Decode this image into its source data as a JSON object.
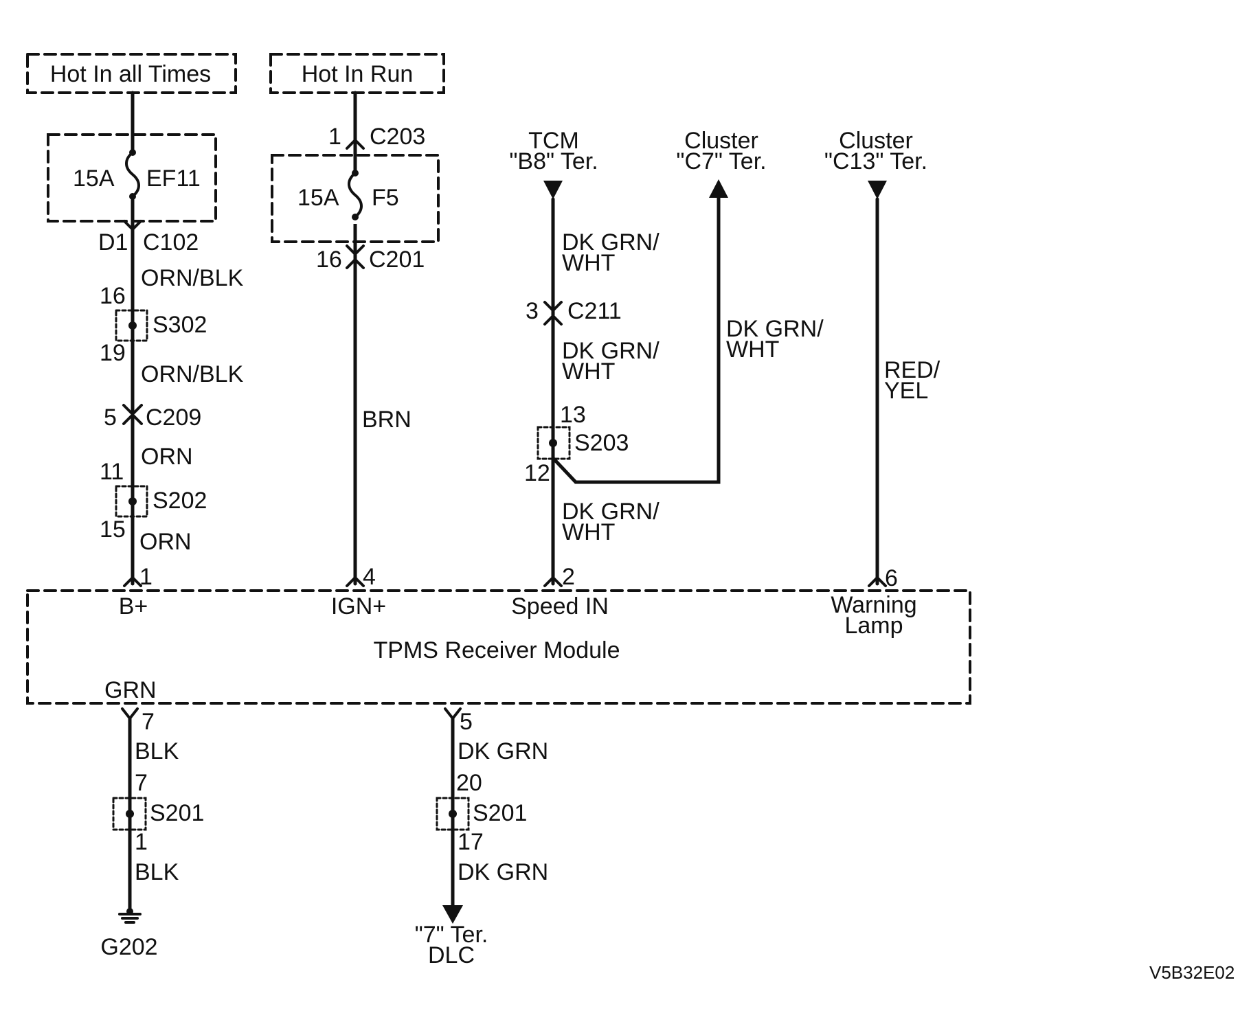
{
  "source_boxes": {
    "hot_all_times": "Hot In all Times",
    "hot_in_run": "Hot In Run"
  },
  "fuse_ef11": {
    "rating": "15A",
    "name": "EF11"
  },
  "fuse_f5": {
    "rating": "15A",
    "name": "F5"
  },
  "bplus_circuit": {
    "c102_pin": "D1",
    "c102": "C102",
    "wire1": "ORN/BLK",
    "s302_in": "16",
    "s302": "S302",
    "s302_out": "19",
    "wire2": "ORN/BLK",
    "c209_pin": "5",
    "c209": "C209",
    "wire3": "ORN",
    "s202_in": "11",
    "s202": "S202",
    "s202_out": "15",
    "wire4": "ORN",
    "module_pin": "1"
  },
  "ign_circuit": {
    "c203_pin": "1",
    "c203": "C203",
    "c201_pin": "16",
    "c201": "C201",
    "wire": "BRN",
    "module_pin": "4"
  },
  "speed_circuit": {
    "tcm_label": "TCM\n\"B8\" Ter.",
    "wire1": "DK GRN/\nWHT",
    "c211_pin": "3",
    "c211": "C211",
    "wire2": "DK GRN/\nWHT",
    "s203_in": "13",
    "s203": "S203",
    "s203_out": "12",
    "wire3": "DK GRN/\nWHT",
    "module_pin": "2",
    "branch_label": "Cluster\n\"C7\" Ter.",
    "branch_wire": "DK GRN/\nWHT"
  },
  "lamp_circuit": {
    "cluster_label": "Cluster\n\"C13\" Ter.",
    "wire": "RED/\nYEL",
    "module_pin": "6"
  },
  "module": {
    "name": "TPMS Receiver Module",
    "pin_bplus": "B+",
    "pin_ign": "IGN+",
    "pin_speed": "Speed IN",
    "pin_lamp": "Warning\nLamp",
    "pin_ground": "GRN"
  },
  "ground_circuit": {
    "module_pin": "7",
    "wire1": "BLK",
    "s201_in": "7",
    "s201": "S201",
    "s201_out": "1",
    "wire2": "BLK",
    "ground": "G202"
  },
  "dlc_circuit": {
    "module_pin": "5",
    "wire1": "DK GRN",
    "s201_in": "20",
    "s201": "S201",
    "s201_out": "17",
    "wire2": "DK GRN",
    "dlc_label": "\"7\" Ter.\nDLC"
  },
  "figure_code": "V5B32E02",
  "colors": {
    "line": "#111111",
    "background": "#ffffff"
  }
}
